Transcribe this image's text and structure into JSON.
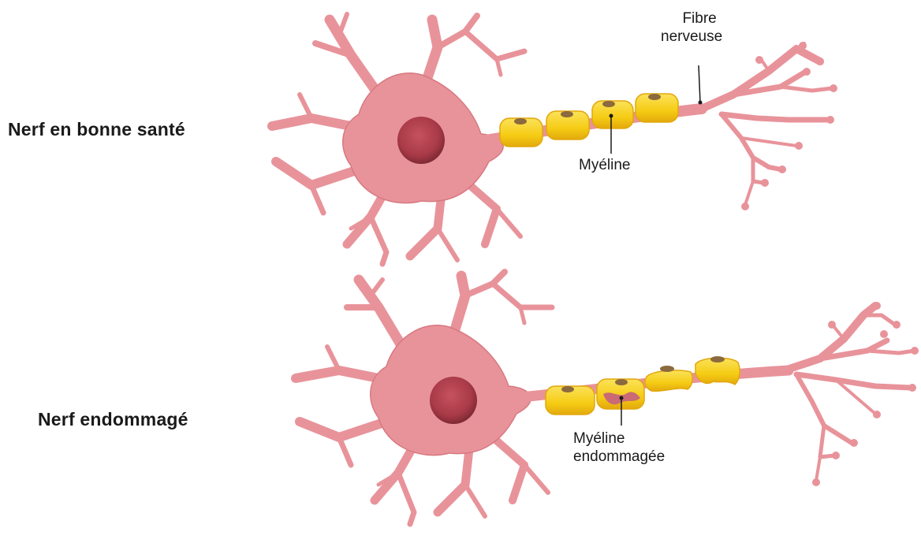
{
  "rows": [
    {
      "title": "Nerf en bonne santé",
      "labels": {
        "fiber_line1": "Fibre",
        "fiber_line2": "nerveuse",
        "myelin": "Myéline"
      }
    },
    {
      "title": "Nerf endommagé",
      "labels": {
        "damaged_line1": "Myéline",
        "damaged_line2": "endommagée"
      }
    }
  ],
  "colors": {
    "neuron": "#e8939a",
    "neuron_outline": "#d87880",
    "nucleus": "#b3424f",
    "nucleus_dark": "#7e2a34",
    "myelin": "#f7d21c",
    "myelin_edge": "#e2a70d",
    "myelin_nucleus": "#8b6a3e",
    "text": "#1a1a1a"
  }
}
